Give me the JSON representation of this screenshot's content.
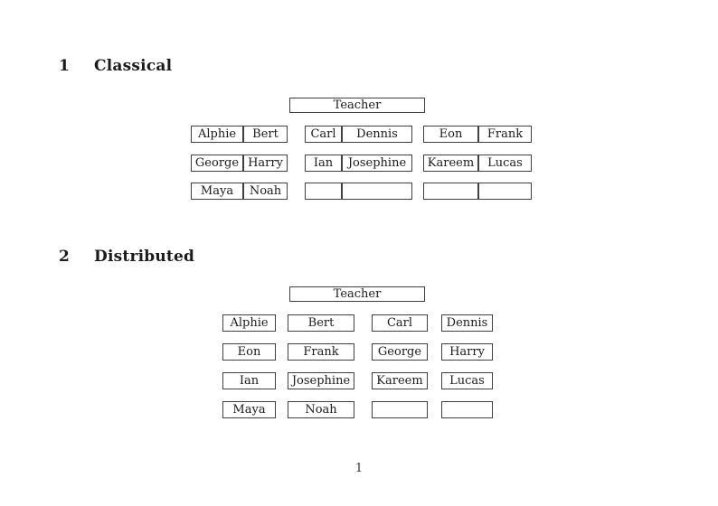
{
  "page": {
    "page_number": "1",
    "background_color": "#ffffff",
    "border_color": "#404040",
    "text_color": "#1b1b1b"
  },
  "sections": [
    {
      "number": "1",
      "title": "Classical",
      "teacher_label": "Teacher",
      "rows": [
        [
          [
            "Alphie",
            "Bert"
          ],
          [
            "Carl",
            "Dennis"
          ],
          [
            "Eon",
            "Frank"
          ]
        ],
        [
          [
            "George",
            "Harry"
          ],
          [
            "Ian",
            "Josephine"
          ],
          [
            "Kareem",
            "Lucas"
          ]
        ],
        [
          [
            "Maya",
            "Noah"
          ],
          [
            "",
            ""
          ],
          [
            "",
            ""
          ]
        ]
      ]
    },
    {
      "number": "2",
      "title": "Distributed",
      "teacher_label": "Teacher",
      "rows": [
        [
          "Alphie",
          "Bert",
          "Carl",
          "Dennis"
        ],
        [
          "Eon",
          "Frank",
          "George",
          "Harry"
        ],
        [
          "Ian",
          "Josephine",
          "Kareem",
          "Lucas"
        ],
        [
          "Maya",
          "Noah",
          "",
          ""
        ]
      ]
    }
  ]
}
